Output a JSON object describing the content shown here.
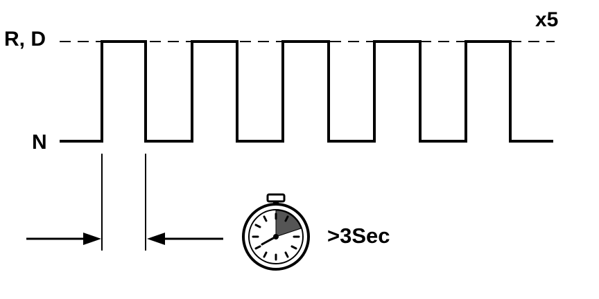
{
  "labels": {
    "high_state": "R, D",
    "low_state": "N",
    "repeat": "x5",
    "duration": ">3Sec"
  },
  "pulse_count": 5,
  "icons": {
    "timer": "stopwatch-icon",
    "arrow_right": "arrow-right-icon",
    "arrow_left": "arrow-left-icon"
  },
  "colors": {
    "ink": "#000000",
    "background": "#ffffff",
    "timer_shade": "#555555"
  }
}
